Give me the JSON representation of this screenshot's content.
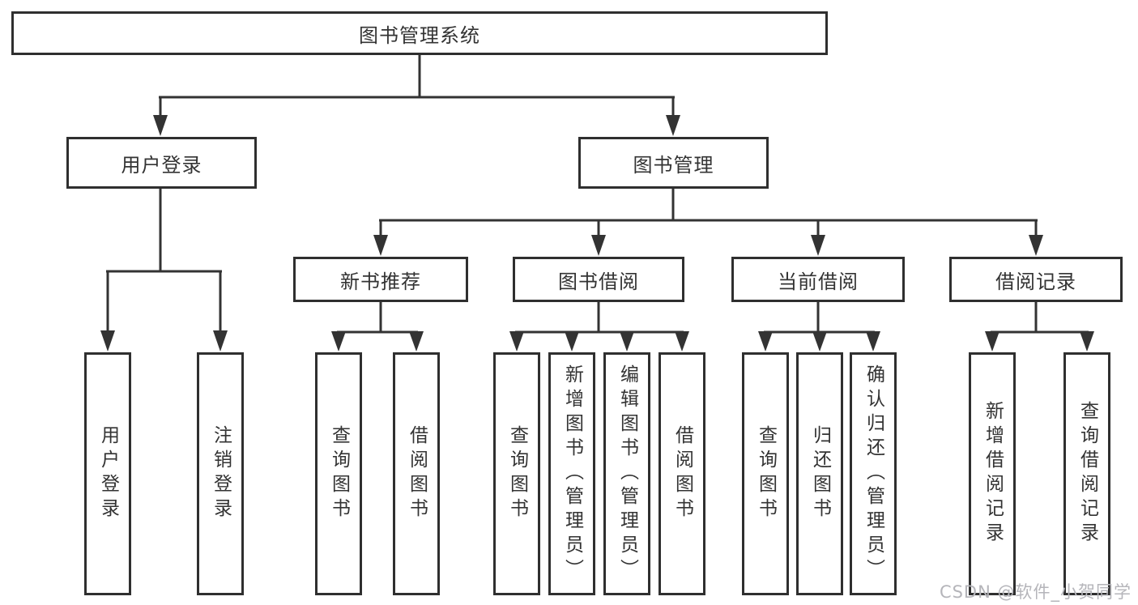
{
  "tree": {
    "label": "图书管理系统",
    "children": [
      {
        "label": "用户登录",
        "children": [
          {
            "label": "用户登录"
          },
          {
            "label": "注销登录"
          }
        ]
      },
      {
        "label": "图书管理",
        "children": [
          {
            "label": "新书推荐",
            "children": [
              {
                "label": "查询图书"
              },
              {
                "label": "借阅图书"
              }
            ]
          },
          {
            "label": "图书借阅",
            "children": [
              {
                "label": "查询图书"
              },
              {
                "label": "新增图书（管理员）"
              },
              {
                "label": "编辑图书（管理员）"
              },
              {
                "label": "借阅图书"
              }
            ]
          },
          {
            "label": "当前借阅",
            "children": [
              {
                "label": "查询图书"
              },
              {
                "label": "归还图书"
              },
              {
                "label": "确认归还（管理员）"
              }
            ]
          },
          {
            "label": "借阅记录",
            "children": [
              {
                "label": "新增借阅记录"
              },
              {
                "label": "查询借阅记录"
              }
            ]
          }
        ]
      }
    ]
  },
  "watermark": {
    "text": "CSDN @软件_小贺同学"
  },
  "colors": {
    "line": "#333333",
    "box_border": "#2f2f2f",
    "text": "#333333",
    "background": "#ffffff",
    "watermark": "#b5b5ba"
  }
}
